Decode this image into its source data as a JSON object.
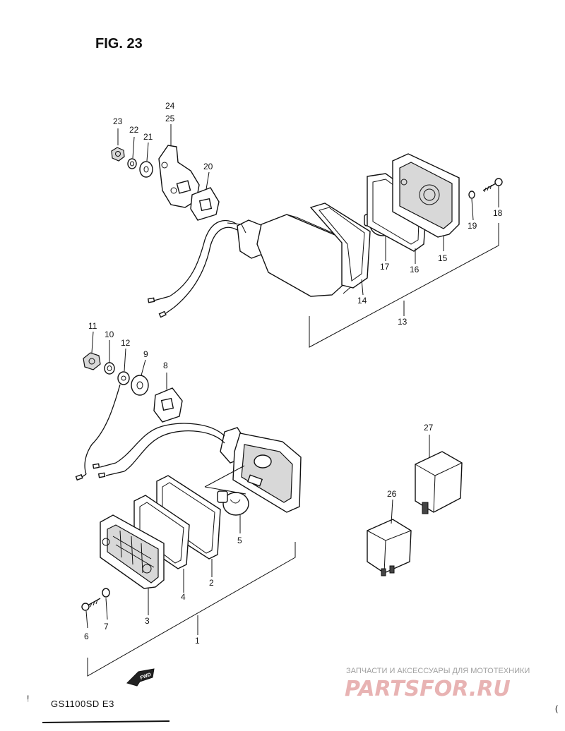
{
  "figure": {
    "title": "FIG. 23",
    "model": "GS1100SD  E3",
    "forward_label": "FWD"
  },
  "callouts": [
    "1",
    "2",
    "3",
    "4",
    "5",
    "6",
    "7",
    "8",
    "9",
    "10",
    "11",
    "12",
    "13",
    "14",
    "15",
    "16",
    "17",
    "18",
    "19",
    "20",
    "21",
    "22",
    "23",
    "24",
    "25",
    "26",
    "27"
  ],
  "watermark": {
    "tagline": "ЗАПЧАСТИ И АКСЕССУАРЫ ДЛЯ МОТОТЕХНИКИ",
    "logo": "PARTSFOR.RU"
  }
}
